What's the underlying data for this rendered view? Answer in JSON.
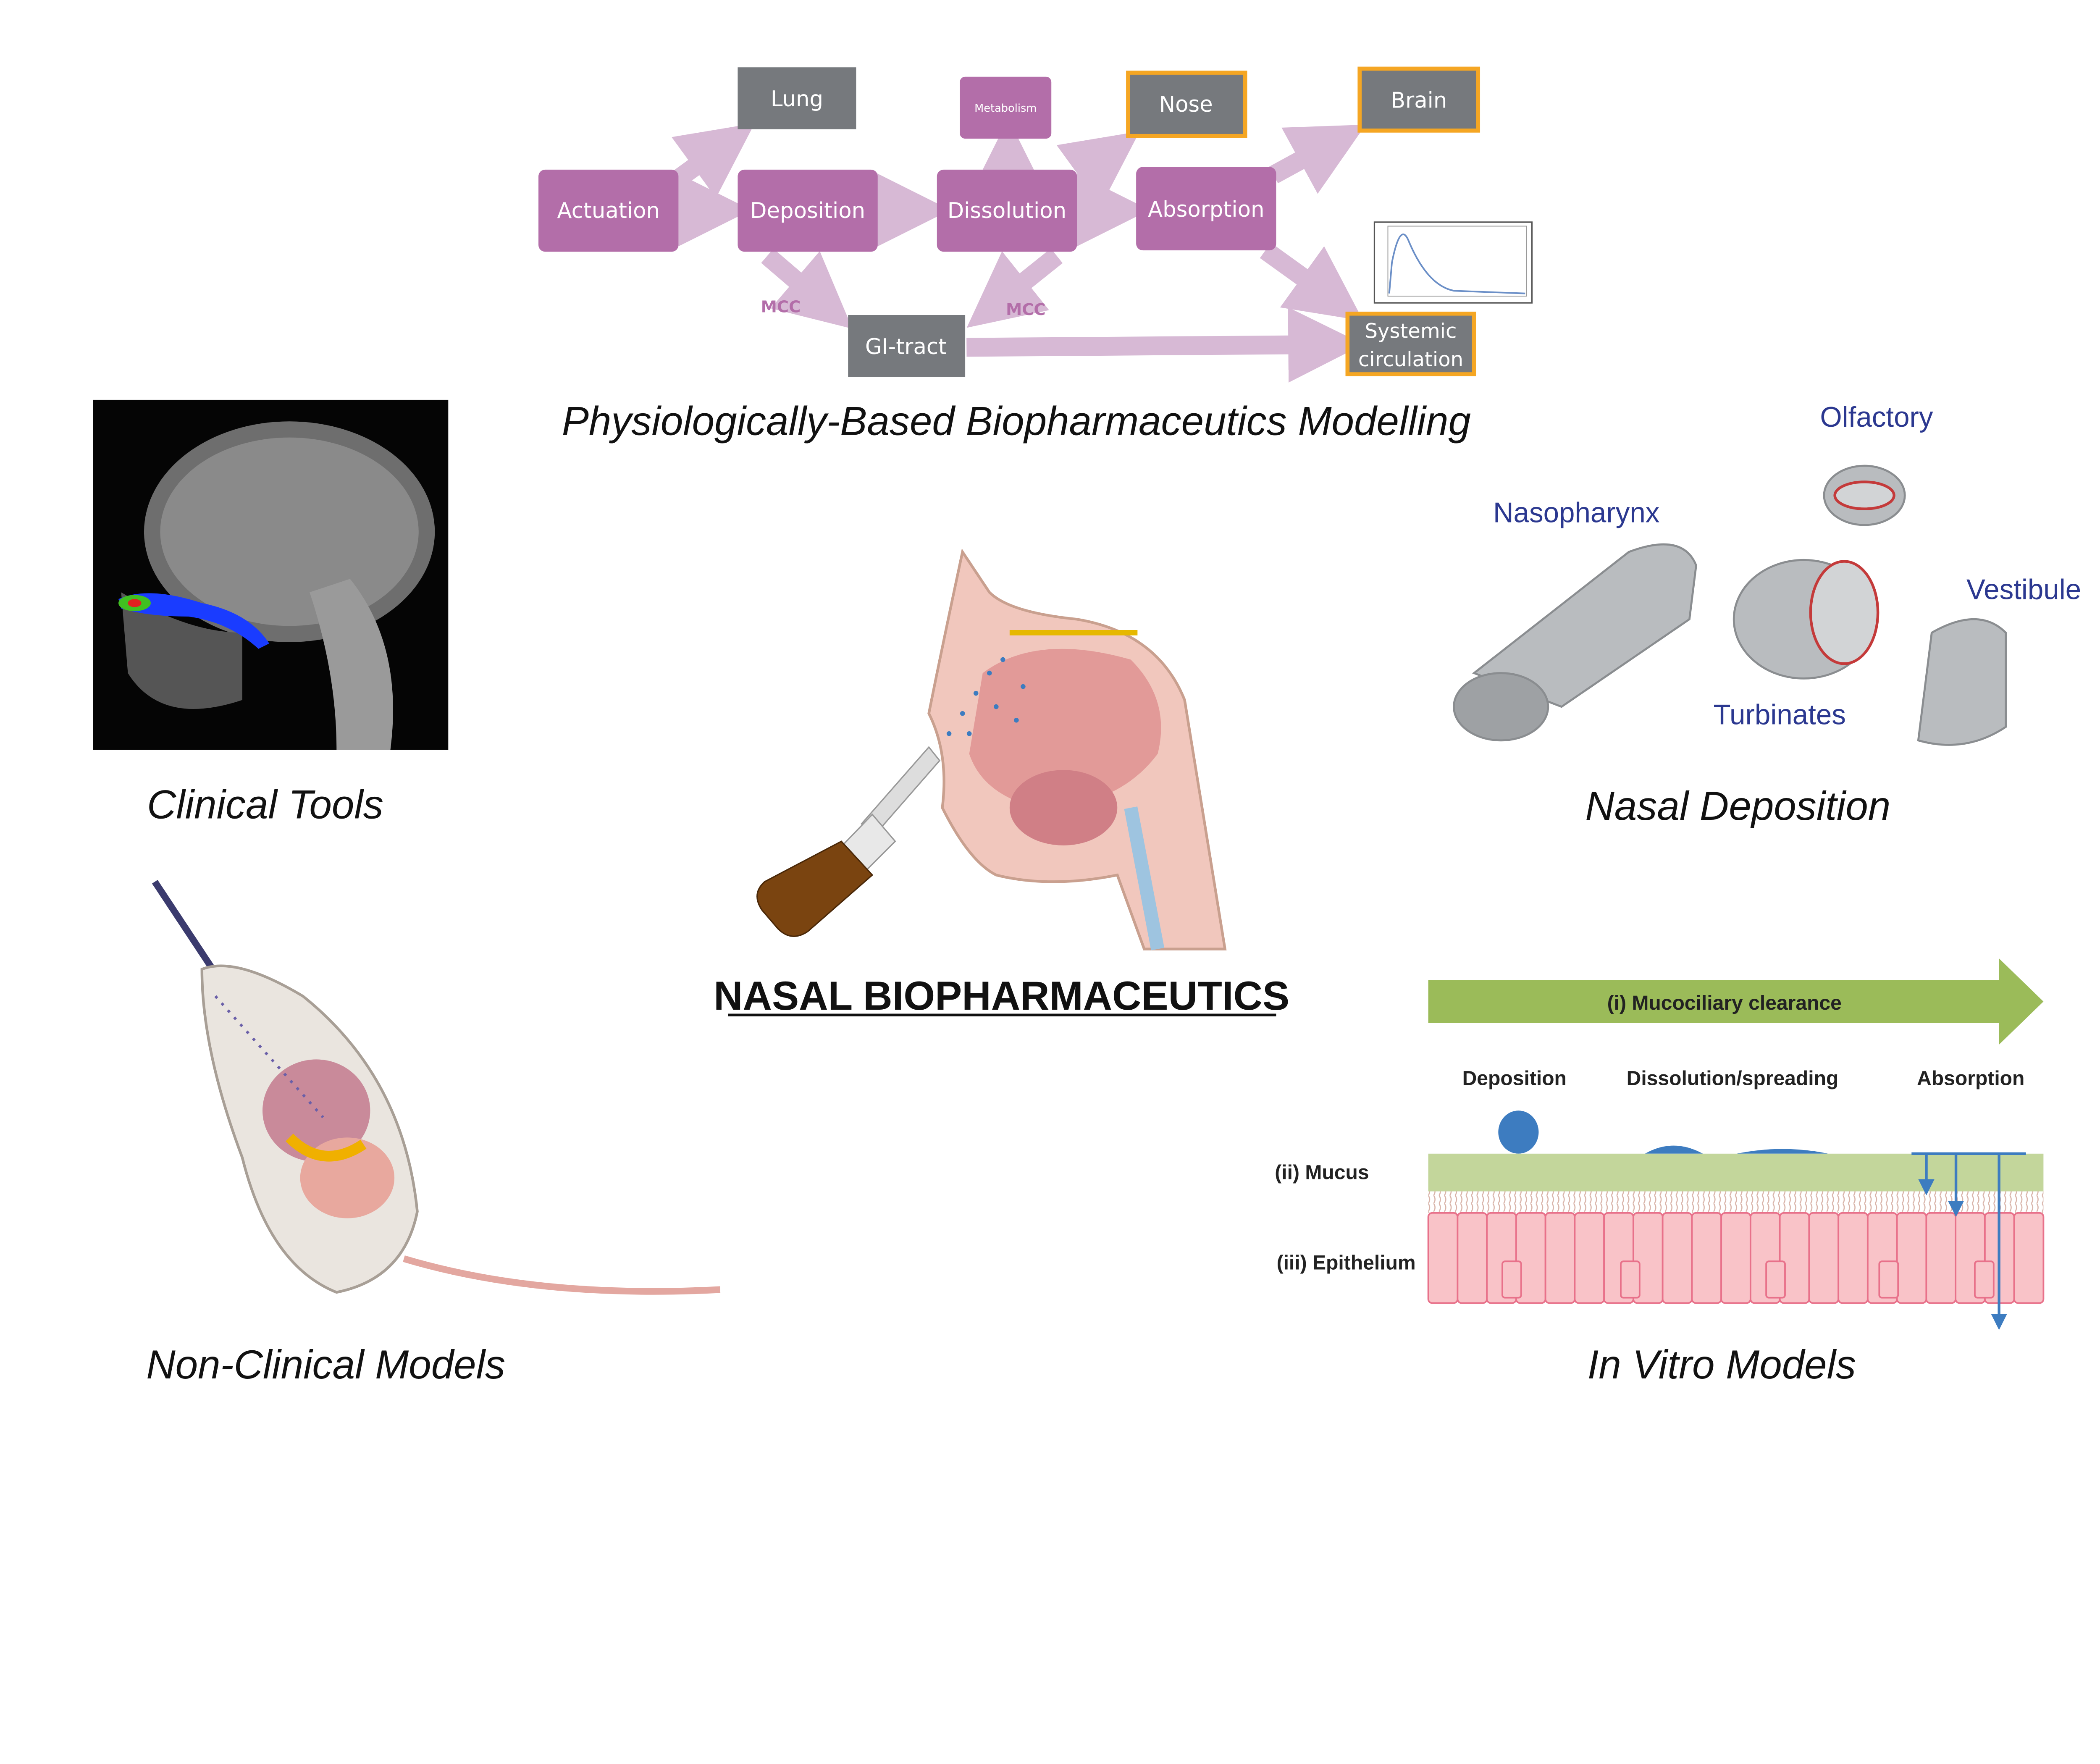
{
  "pbbm": {
    "title": "Physiologically-Based Biopharmaceutics Modelling",
    "boxes": {
      "actuation": "Actuation",
      "deposition": "Deposition",
      "dissolution": "Dissolution",
      "absorption": "Absorption",
      "lung": "Lung",
      "metabolism": "Metabolism",
      "nose": "Nose",
      "brain": "Brain",
      "gi_tract": "GI-tract",
      "systemic_line1": "Systemic",
      "systemic_line2": "circulation"
    },
    "mcc_left": "MCC",
    "mcc_right": "MCC",
    "colors": {
      "process": "#b36ea9",
      "organ": "#76797d",
      "highlight": "#f5a623",
      "arrow": "#d7b9d5",
      "mcc_text": "#b36ea9"
    }
  },
  "clinical": {
    "title": "Clinical Tools"
  },
  "center": {
    "title": "NASAL BIOPHARMACEUTICS"
  },
  "nasal_deposition": {
    "title": "Nasal Deposition",
    "labels": {
      "olfactory": "Olfactory",
      "nasopharynx": "Nasopharynx",
      "vestibule": "Vestibule",
      "turbinates": "Turbinates"
    },
    "label_color": "#2b3890"
  },
  "non_clinical": {
    "title": "Non-Clinical Models"
  },
  "in_vitro": {
    "title": "In Vitro Models",
    "arrow_label": "(i) Mucociliary clearance",
    "steps": [
      "Deposition",
      "Dissolution/spreading",
      "Absorption"
    ],
    "mucus_label": "(ii) Mucus",
    "epithelium_label": "(iii) Epithelium",
    "colors": {
      "arrow": "#9bbb59",
      "mucus": "#c3d69b",
      "epithelium": "#f9c3c8",
      "drug": "#3d7cc0"
    }
  }
}
